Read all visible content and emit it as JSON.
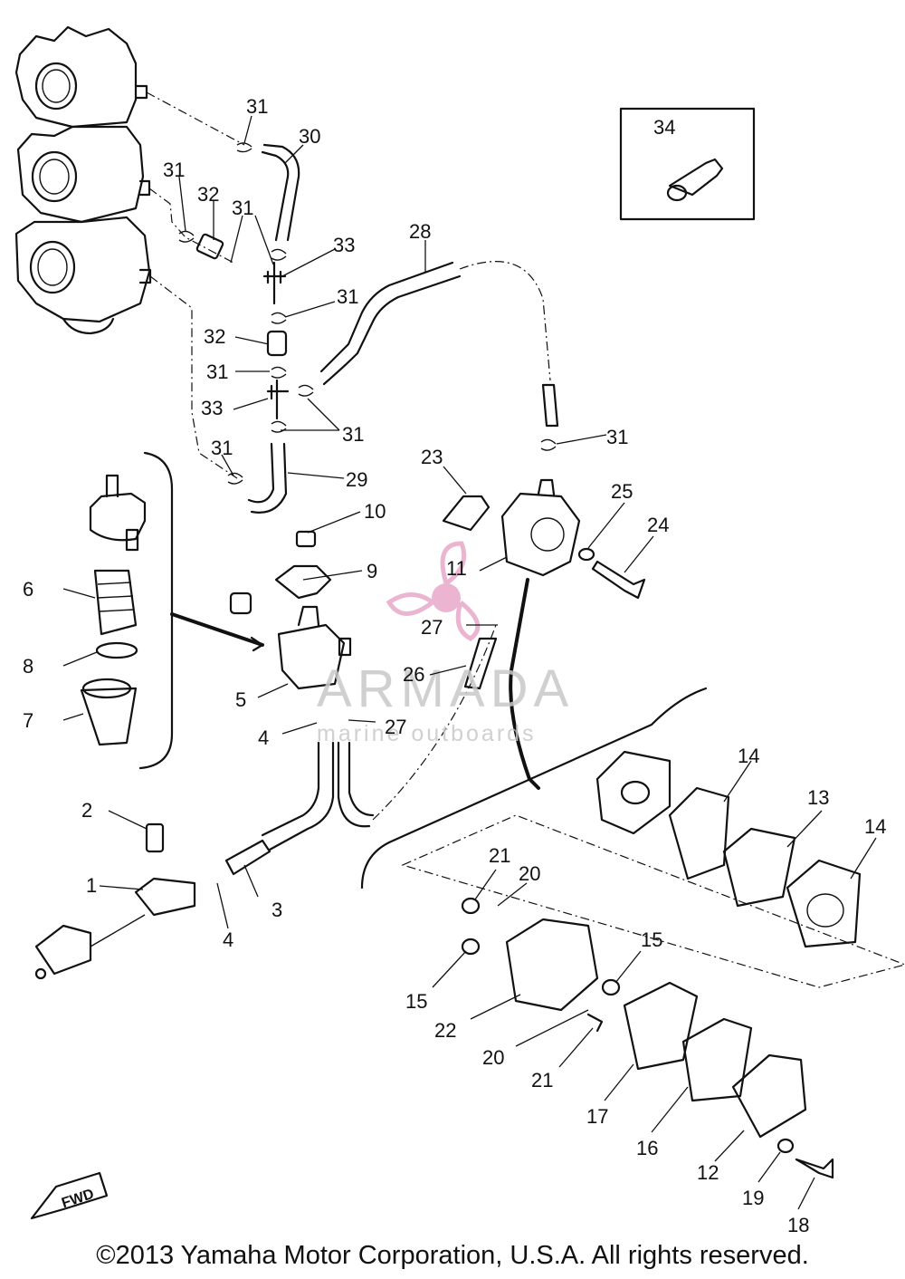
{
  "callouts": [
    "1",
    "2",
    "3",
    "4",
    "4",
    "5",
    "6",
    "7",
    "8",
    "9",
    "10",
    "11",
    "12",
    "13",
    "14",
    "14",
    "15",
    "15",
    "16",
    "17",
    "18",
    "19",
    "20",
    "20",
    "21",
    "21",
    "22",
    "23",
    "24",
    "25",
    "26",
    "27",
    "27",
    "28",
    "29",
    "30",
    "31",
    "31",
    "31",
    "31",
    "31",
    "31",
    "31",
    "31",
    "32",
    "32",
    "33",
    "33",
    "34"
  ],
  "fwd_label": "FWD",
  "watermark": {
    "brand": "ARMADA",
    "tagline": "marine outboards",
    "logo_color": "#e8a8c8"
  },
  "copyright": "©2013 Yamaha Motor Corporation, U.S.A. All rights reserved."
}
